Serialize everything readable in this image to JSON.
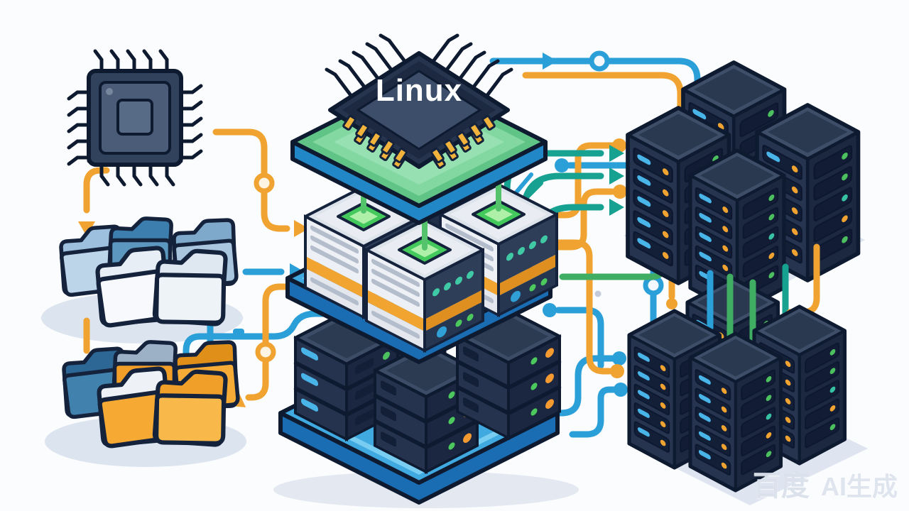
{
  "scene": {
    "description": "Isometric illustration of a Linux system stack connecting a CPU, file folders and server rack clusters with circuit lines",
    "chip_label": "Linux",
    "watermark": {
      "brand": "百度",
      "suffix": "AI生成"
    }
  },
  "palette": {
    "background": "#fbfcfe",
    "outline_navy": "#0e1a30",
    "line_blue": "#2b9fd8",
    "line_orange": "#f0a330",
    "line_teal": "#17a191",
    "line_green": "#3fae63",
    "platform_green_top": "#5fc486",
    "platform_blue_top": "#3fa9e0",
    "platform_side_blue": "#1a6db2",
    "server_body_dark": "#26334e",
    "gold_pin": "#f2b33c",
    "folder_blue": "#3c7fae",
    "folder_orange": "#f0a028",
    "led_green": "#4cc05f",
    "led_orange": "#f59a31",
    "glow_green": "#43c95c",
    "cluster_shadow": "#dee5f0"
  },
  "icons": [
    "cpu-chip-icon",
    "linux-kernel-chip-icon",
    "kernel-platform-icon",
    "middleware-server-cube-icon",
    "base-server-stack-icon",
    "blue-folder-cluster-icon",
    "orange-folder-cluster-icon",
    "server-tower-cluster-icon",
    "circuit-arrow-icon",
    "circuit-node-icon"
  ]
}
